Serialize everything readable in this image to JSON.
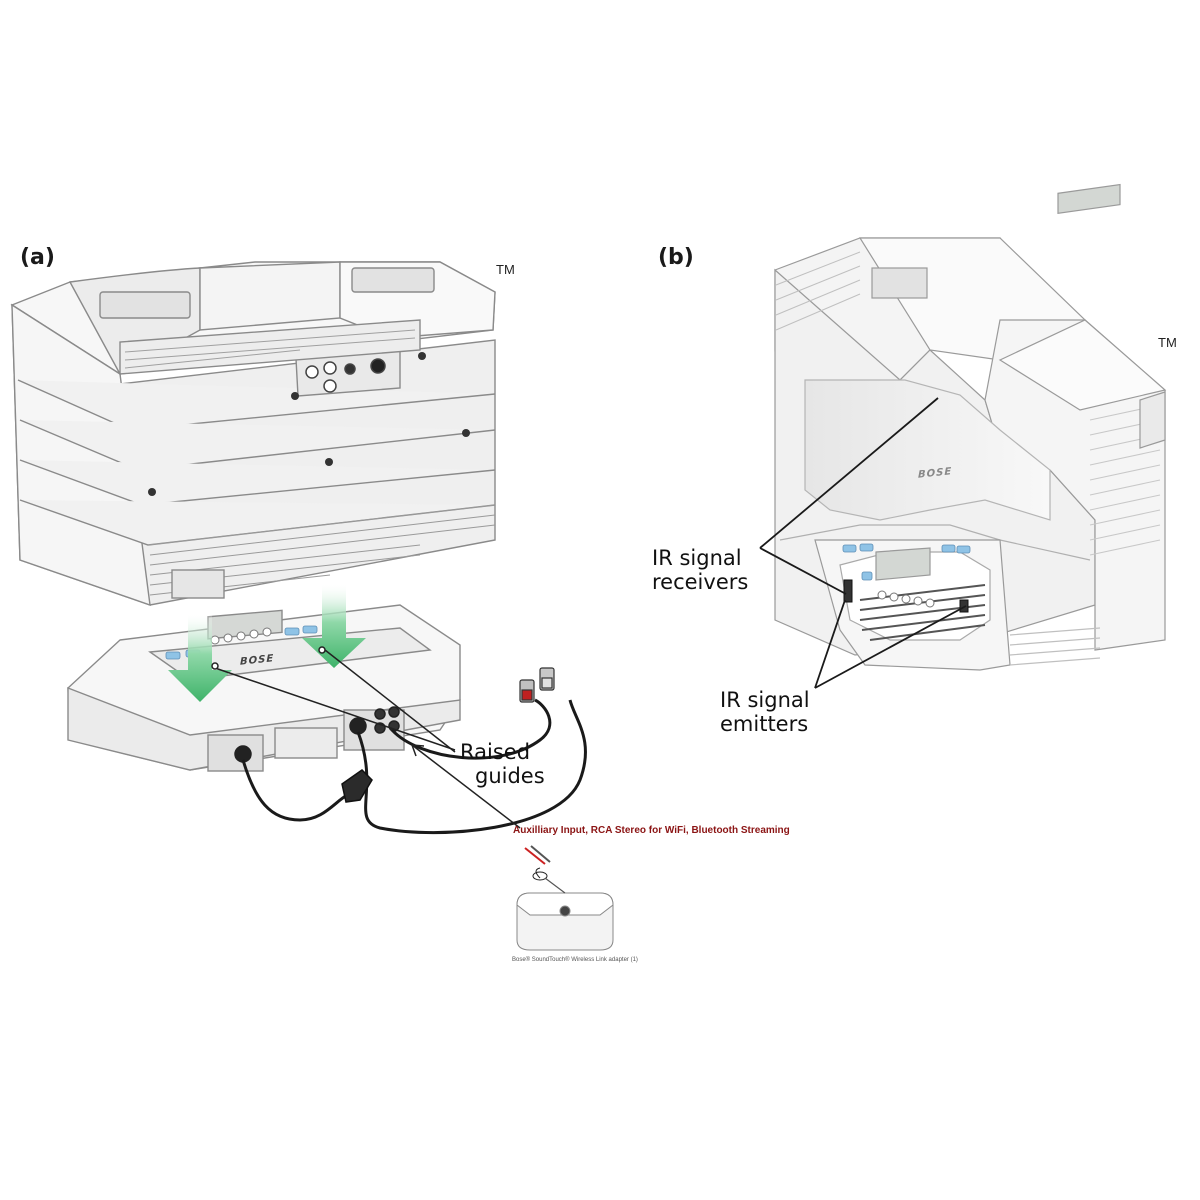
{
  "panels": {
    "a": {
      "label": "(a)",
      "trademark": "TM"
    },
    "b": {
      "label": "(b)",
      "trademark": "TM"
    }
  },
  "callouts": {
    "raised_guides": {
      "line1": "Raised",
      "line2": "guides"
    },
    "ir_receivers": {
      "line1": "IR signal",
      "line2": "receivers"
    },
    "ir_emitters": {
      "line1": "IR signal",
      "line2": "emitters"
    }
  },
  "aux_note": "Auxilliary Input, RCA   Stereo for WiFi, Bluetooth Streaming",
  "adapter_caption": "Bose® SoundTouch® Wireless Link adapter (1)",
  "brand": "BOSE",
  "colors": {
    "device_fill": "#f2f2f2",
    "device_stroke": "#8a8a8a",
    "arrow_green": "#5cc07e",
    "button_blue": "#8fc3e6",
    "note_red": "#8b1414"
  }
}
